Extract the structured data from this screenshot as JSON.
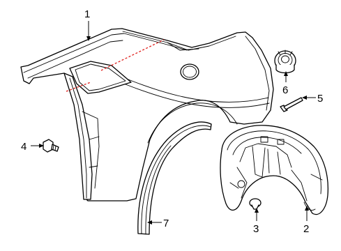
{
  "callouts": [
    {
      "id": "1",
      "label": "1"
    },
    {
      "id": "2",
      "label": "2"
    },
    {
      "id": "3",
      "label": "3"
    },
    {
      "id": "4",
      "label": "4"
    },
    {
      "id": "5",
      "label": "5"
    },
    {
      "id": "6",
      "label": "6"
    },
    {
      "id": "7",
      "label": "7"
    }
  ],
  "colors": {
    "line": "#000000",
    "cut_line": "#e0201c",
    "background": "#ffffff"
  }
}
